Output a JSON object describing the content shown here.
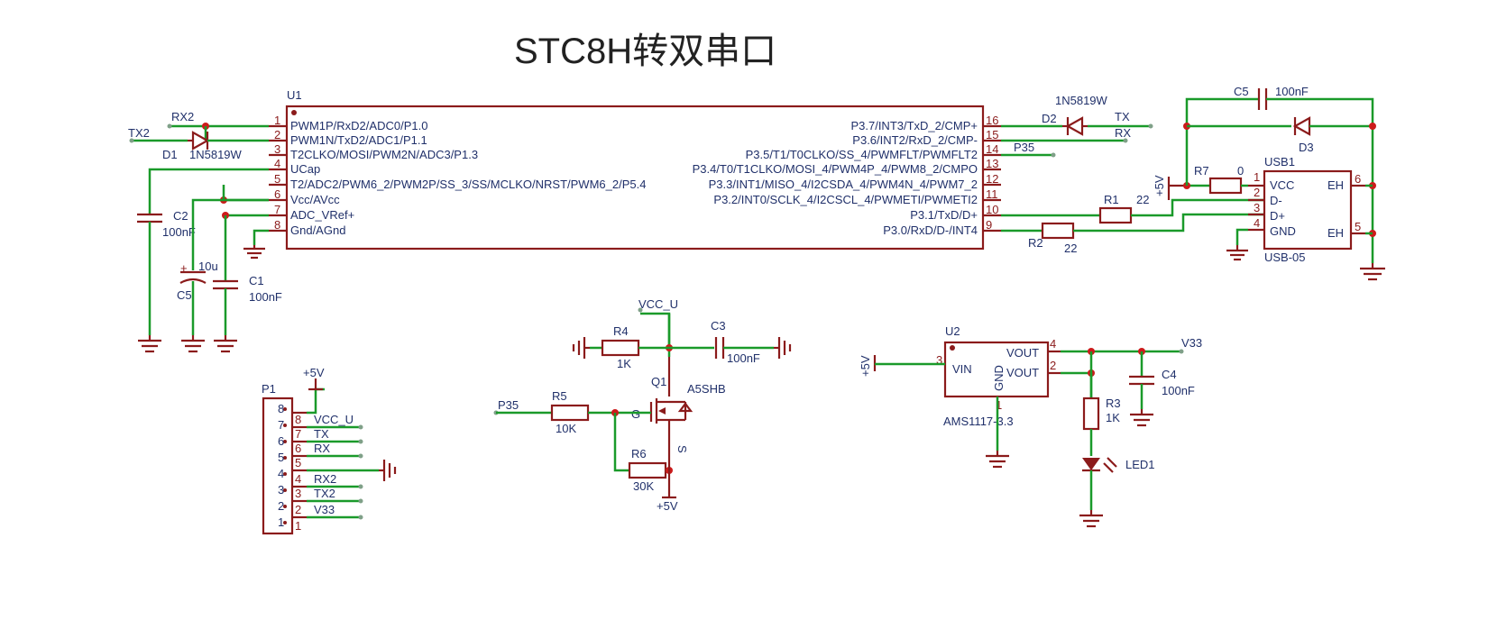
{
  "title": "STC8H转双串口",
  "u1": {
    "ref": "U1",
    "left_pins": [
      {
        "num": "1",
        "name": "PWM1P/RxD2/ADC0/P1.0"
      },
      {
        "num": "2",
        "name": "PWM1N/TxD2/ADC1/P1.1"
      },
      {
        "num": "3",
        "name": "T2CLKO/MOSI/PWM2N/ADC3/P1.3"
      },
      {
        "num": "4",
        "name": "UCap"
      },
      {
        "num": "5",
        "name": "T2/ADC2/PWM6_2/PWM2P/SS_3/SS/MCLKO/NRST/PWM6_2/P5.4"
      },
      {
        "num": "6",
        "name": "Vcc/AVcc"
      },
      {
        "num": "7",
        "name": "ADC_VRef+"
      },
      {
        "num": "8",
        "name": "Gnd/AGnd"
      }
    ],
    "right_pins": [
      {
        "num": "16",
        "name": "P3.7/INT3/TxD_2/CMP+"
      },
      {
        "num": "15",
        "name": "P3.6/INT2/RxD_2/CMP-"
      },
      {
        "num": "14",
        "name": "P3.5/T1/T0CLKO/SS_4/PWMFLT/PWMFLT2"
      },
      {
        "num": "13",
        "name": "P3.4/T0/T1CLKO/MOSI_4/PWM4P_4/PWM8_2/CMPO"
      },
      {
        "num": "12",
        "name": "P3.3/INT1/MISO_4/I2CSDA_4/PWM4N_4/PWM7_2"
      },
      {
        "num": "11",
        "name": "P3.2/INT0/SCLK_4/I2CSCL_4/PWMETI/PWMETI2"
      },
      {
        "num": "10",
        "name": "P3.1/TxD/D+"
      },
      {
        "num": "9",
        "name": "P3.0/RxD/D-/INT4"
      }
    ]
  },
  "nets": {
    "rx2": "RX2",
    "tx2": "TX2",
    "tx": "TX",
    "rx": "RX",
    "p35": "P35",
    "vcc_u": "VCC_U",
    "v33": "V33",
    "p5v": "+5V"
  },
  "parts": {
    "d1_ref": "D1",
    "d1_val": "1N5819W",
    "d2_ref": "D2",
    "d2_val": "1N5819W",
    "d3_ref": "D3",
    "c1_ref": "C1",
    "c1_val": "100nF",
    "c2_ref": "C2",
    "c2_val": "100nF",
    "c3_ref": "C3",
    "c3_val": "100nF",
    "c4_ref": "C4",
    "c4_val": "100nF",
    "c5a_ref": "C5",
    "c5a_val": "10u",
    "c5b_ref": "C5",
    "c5b_val": "100nF",
    "r1_ref": "R1",
    "r1_val": "22",
    "r2_ref": "R2",
    "r2_val": "22",
    "r3_ref": "R3",
    "r3_val": "1K",
    "r4_ref": "R4",
    "r4_val": "1K",
    "r5_ref": "R5",
    "r5_val": "10K",
    "r6_ref": "R6",
    "r6_val": "30K",
    "r7_ref": "R7",
    "r7_val": "0",
    "q1_ref": "Q1",
    "q1_val": "A5SHB",
    "q1_g": "G",
    "q1_s": "S",
    "led_ref": "LED1"
  },
  "usb": {
    "ref": "USB1",
    "val": "USB-05",
    "pins": [
      {
        "num": "1",
        "name": "VCC"
      },
      {
        "num": "2",
        "name": "D-"
      },
      {
        "num": "3",
        "name": "D+"
      },
      {
        "num": "4",
        "name": "GND"
      }
    ],
    "eh_top": "EH",
    "eh_top_num": "6",
    "eh_bot": "EH",
    "eh_bot_num": "5"
  },
  "u2": {
    "ref": "U2",
    "val": "AMS1117-3.3",
    "vin": "VIN",
    "vin_num": "3",
    "vout1": "VOUT",
    "vout1_num": "4",
    "vout2": "VOUT",
    "vout2_num": "2",
    "gnd": "GND",
    "gnd_num": "1"
  },
  "p1": {
    "ref": "P1",
    "pins": [
      {
        "num": "8",
        "net": ""
      },
      {
        "num": "7",
        "net": "VCC_U"
      },
      {
        "num": "6",
        "net": "TX"
      },
      {
        "num": "5",
        "net": "RX"
      },
      {
        "num": "4",
        "net": ""
      },
      {
        "num": "3",
        "net": "RX2"
      },
      {
        "num": "2",
        "net": "TX2"
      },
      {
        "num": "1",
        "net": "V33"
      }
    ]
  }
}
